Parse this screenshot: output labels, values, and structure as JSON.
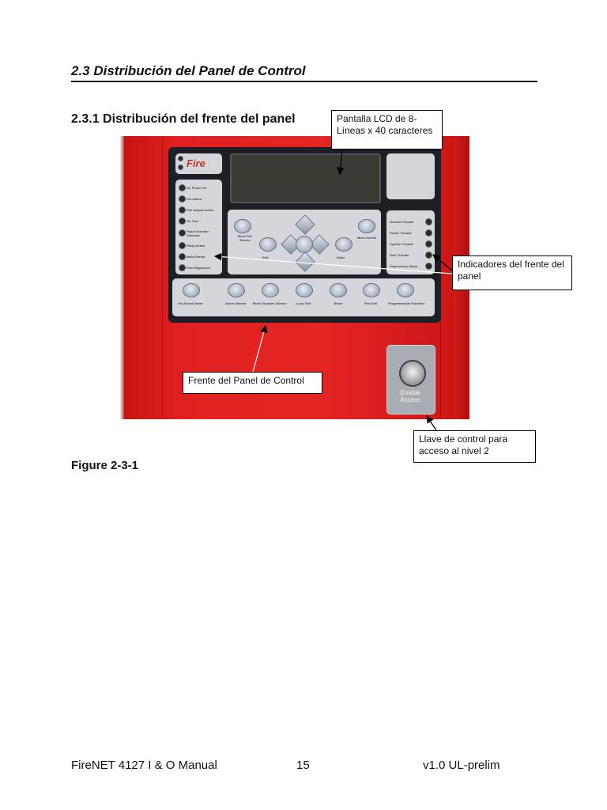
{
  "section_title": "2.3 Distribución del Panel de Control",
  "subsection_title": "2.3.1 Distribución del frente del panel",
  "figure_caption": "Figure 2-3-1",
  "figure": {
    "fire_label": "Fire",
    "left_leds": [
      "AC Power On",
      "Pre-Alarm",
      "Fire Output Active",
      "On Test",
      "Panel Sounder Silenced",
      "Relay Active",
      "Main Events",
      "Point Bypassed"
    ],
    "right_leds": [
      "General Trouble",
      "Power Trouble",
      "System Trouble",
      "NAC Trouble",
      "Supervisory Alarm"
    ],
    "nav_labels": [
      "Move Fire Events",
      "Exit",
      "Enter",
      "Move Events"
    ],
    "function_buttons": [
      "Re-Sound Alarm",
      "Alarm Silence",
      "Panel Sounder Silence",
      "Loop Test",
      "Reset",
      "Fire Drill",
      "Programmable Function"
    ],
    "key_label": "Enable Access"
  },
  "callouts": {
    "lcd": "Pantalla LCD de 8-Líneas x 40 caracteres",
    "indicators": "Indicadores del frente del panel",
    "front": "Frente del Panel de Control",
    "key": "Llave de control para acceso al nivel 2"
  },
  "colors": {
    "panel_red": "#e22222",
    "faceplate": "#1c1f26",
    "buttons": "#d4d6dc"
  },
  "footer": {
    "left": "FireNET 4127 I & O Manual",
    "center": "15",
    "right": "v1.0 UL-prelim"
  }
}
